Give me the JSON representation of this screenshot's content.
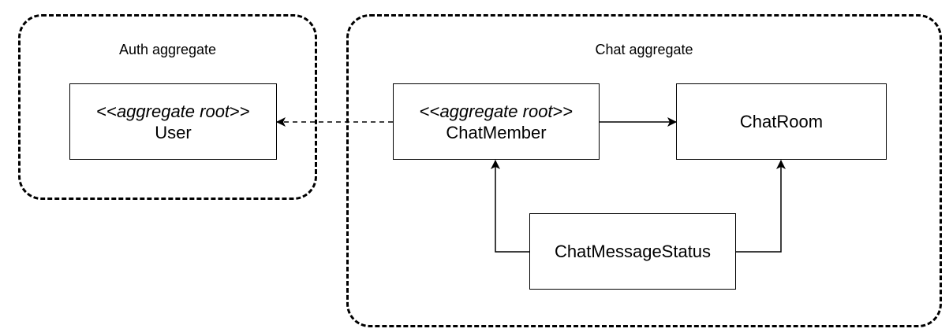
{
  "regions": {
    "auth": {
      "title": "Auth aggregate"
    },
    "chat": {
      "title": "Chat aggregate"
    }
  },
  "nodes": {
    "user": {
      "stereotype_open": "<<",
      "stereotype_text": "aggregate root",
      "stereotype_close": ">>",
      "name": "User"
    },
    "chat_member": {
      "stereotype_open": "<<",
      "stereotype_text": "aggregate root",
      "stereotype_close": ">>",
      "name": "ChatMember"
    },
    "chat_room": {
      "name": "ChatRoom"
    },
    "chat_message_status": {
      "name": "ChatMessageStatus"
    }
  },
  "edges": [
    {
      "from": "ChatMember",
      "to": "User",
      "style": "dashed",
      "arrow": "filled"
    },
    {
      "from": "ChatMember",
      "to": "ChatRoom",
      "style": "solid",
      "arrow": "filled"
    },
    {
      "from": "ChatMessageStatus",
      "to": "ChatMember",
      "style": "solid",
      "arrow": "filled"
    },
    {
      "from": "ChatMessageStatus",
      "to": "ChatRoom",
      "style": "solid",
      "arrow": "filled"
    }
  ]
}
